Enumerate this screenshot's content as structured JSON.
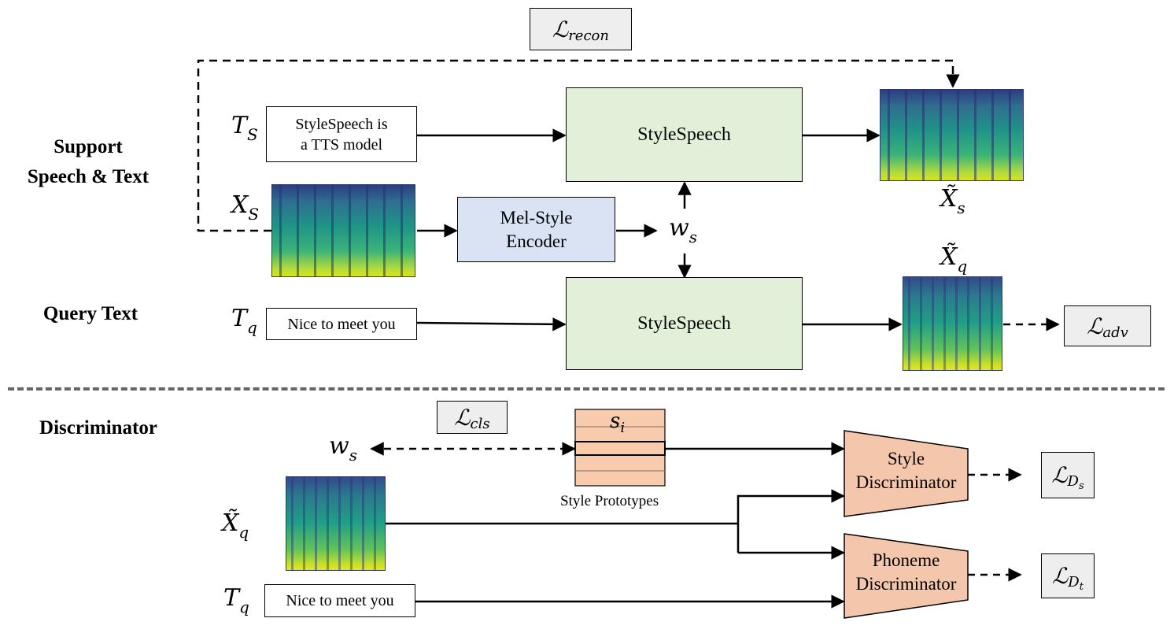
{
  "section_labels": {
    "support": "Support\nSpeech & Text",
    "query": "Query Text",
    "discriminator": "Discriminator"
  },
  "text_inputs": {
    "support_text": "StyleSpeech is\na TTS model",
    "query_text": "Nice to meet you",
    "disc_query_text": "Nice to meet you"
  },
  "modules": {
    "stylespeech_top": "StyleSpeech",
    "stylespeech_bottom": "StyleSpeech",
    "mel_style_encoder": "Mel-Style\nEncoder",
    "style_discriminator": "Style\nDiscriminator",
    "phoneme_discriminator": "Phoneme\nDiscriminator",
    "style_prototypes_caption": "Style Prototypes"
  },
  "symbols": {
    "T": "T",
    "S": "S",
    "q": "q",
    "X": "X",
    "X_tilde": "X̃",
    "s": "s",
    "w": "w",
    "script_L": "ℒ"
  },
  "losses": {
    "recon": "recon",
    "adv": "adv",
    "cls": "cls",
    "D": "D",
    "s": "s",
    "t": "t"
  },
  "prototype_label": "i",
  "colors": {
    "stylespeech_fill": "#e2f0d9",
    "encoder_fill": "#dae3f3",
    "discriminator_fill": "#f4c7ad",
    "prototype_fill": "#f8cbad",
    "loss_fill": "#eeeeee"
  }
}
